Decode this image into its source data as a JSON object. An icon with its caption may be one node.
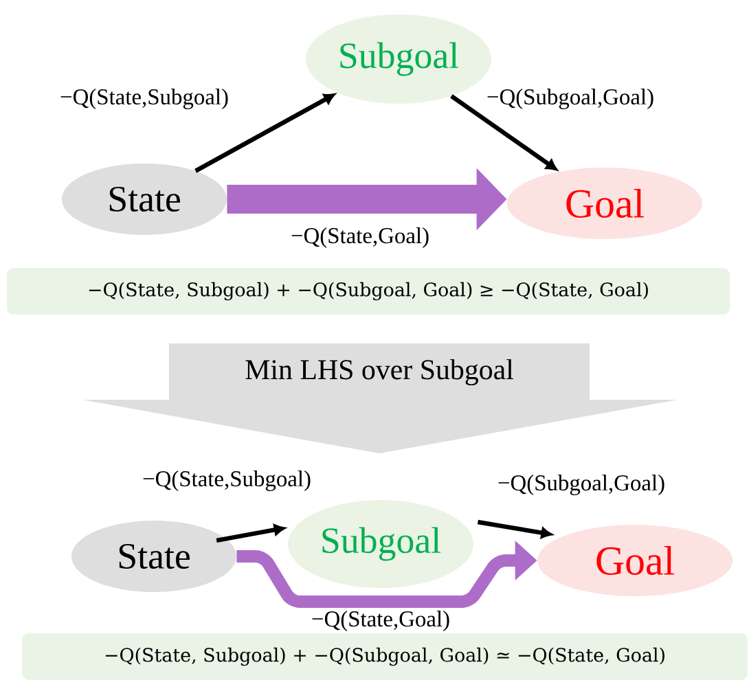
{
  "diagram": {
    "nodes": [
      {
        "text": [
          "Subgoal"
        ]
      },
      {
        "text": [
          "State"
        ]
      },
      {
        "text": [
          "Goal"
        ]
      },
      {
        "text": [
          "−Q(State, Subgoal) + −Q(Subgoal, Goal) ≥ −Q(State, Goal)"
        ]
      },
      {
        "text": [
          "Min LHS over Subgoal"
        ]
      },
      {
        "text": [
          "State"
        ]
      },
      {
        "text": [
          "Subgoal"
        ]
      },
      {
        "text": [
          "Goal"
        ]
      },
      {
        "text": [
          "−Q(State, Subgoal) + −Q(Subgoal, Goal) ≃ −Q(State, Goal)"
        ]
      }
    ],
    "edges": [
      {
        "from": 1,
        "to": 0,
        "arrow": "to",
        "label": "−Q(State,Subgoal)"
      },
      {
        "from": 0,
        "to": 2,
        "arrow": "to",
        "label": "−Q(Subgoal,Goal)"
      },
      {
        "from": 1,
        "to": 2,
        "arrow": "to",
        "label": "−Q(State,Goal)",
        "style": "thick",
        "color": "#ad6cc8"
      },
      {
        "from": 5,
        "to": 6,
        "arrow": "to",
        "label": "−Q(State,Subgoal)"
      },
      {
        "from": 6,
        "to": 7,
        "arrow": "to",
        "label": "−Q(Subgoal,Goal)"
      },
      {
        "from": 5,
        "to": 7,
        "arrow": "to",
        "label": "−Q(State,Goal)",
        "style": "thick",
        "color": "#ad6cc8"
      }
    ]
  }
}
